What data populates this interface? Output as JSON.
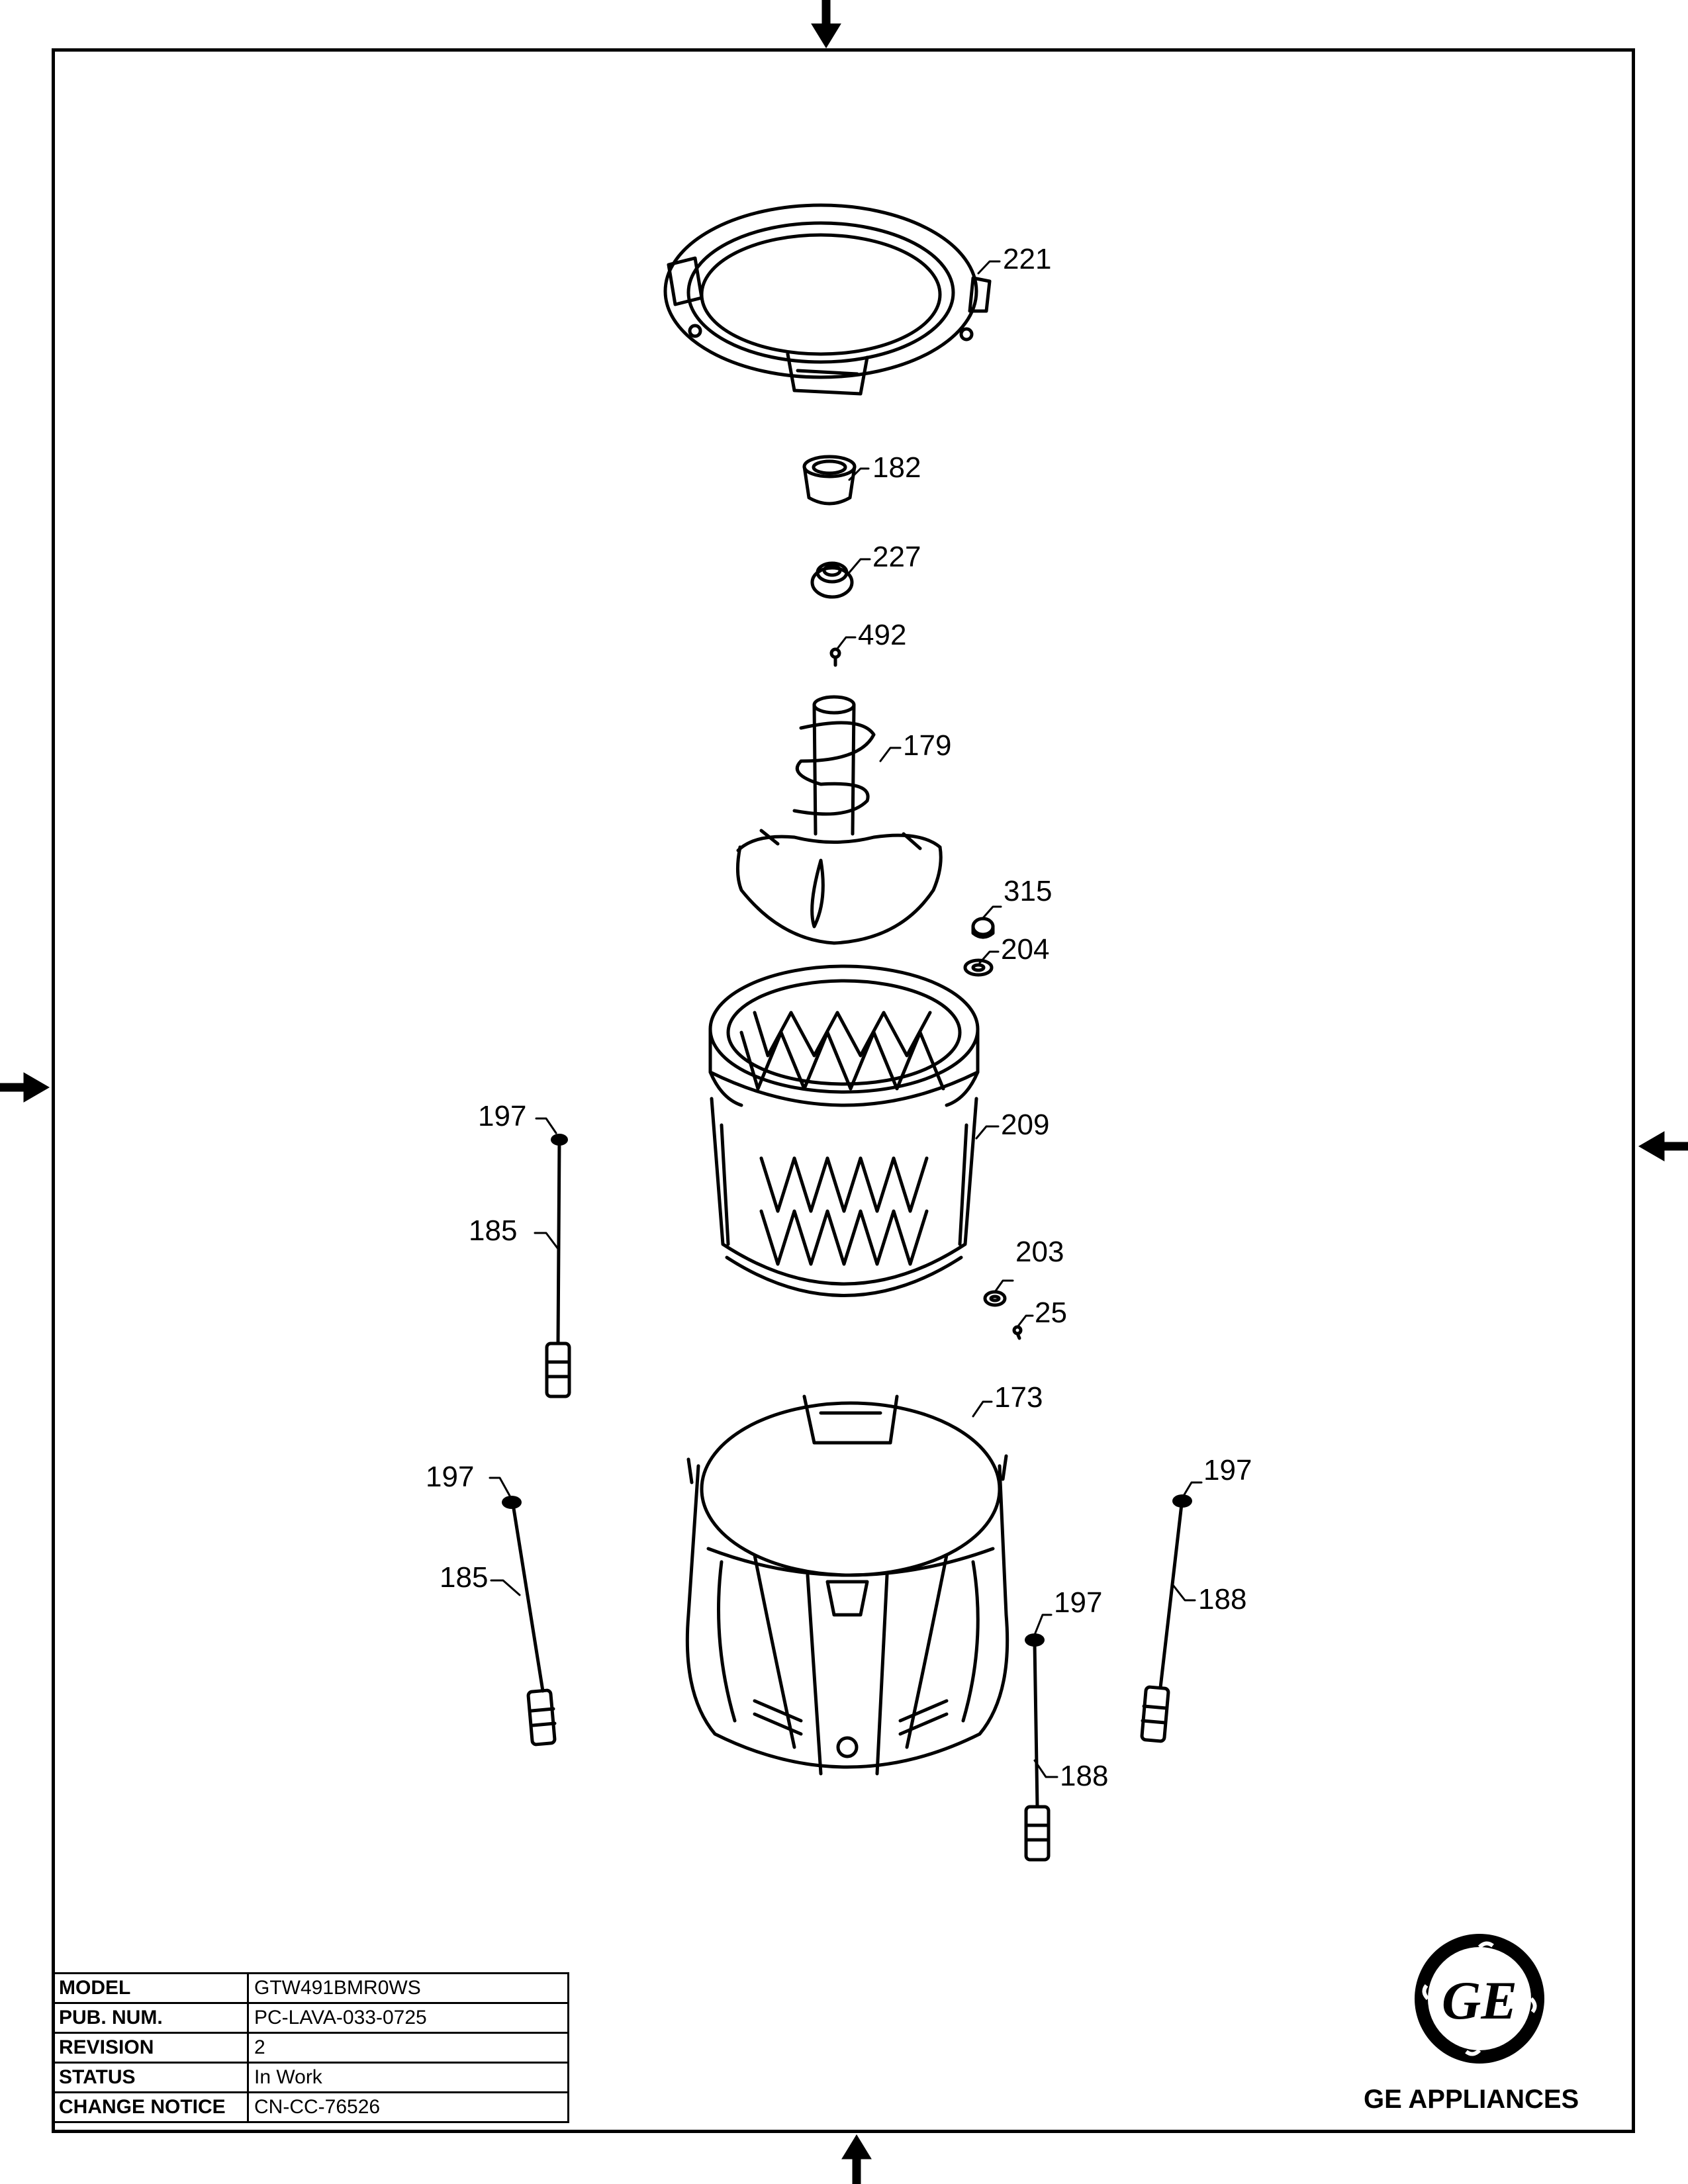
{
  "callouts": [
    {
      "id": "221",
      "label": "221"
    },
    {
      "id": "182",
      "label": "182"
    },
    {
      "id": "227",
      "label": "227"
    },
    {
      "id": "492",
      "label": "492"
    },
    {
      "id": "179",
      "label": "179"
    },
    {
      "id": "315",
      "label": "315"
    },
    {
      "id": "204",
      "label": "204"
    },
    {
      "id": "209",
      "label": "209"
    },
    {
      "id": "197a",
      "label": "197"
    },
    {
      "id": "185a",
      "label": "185"
    },
    {
      "id": "203",
      "label": "203"
    },
    {
      "id": "25",
      "label": "25"
    },
    {
      "id": "173",
      "label": "173"
    },
    {
      "id": "197b",
      "label": "197"
    },
    {
      "id": "197c",
      "label": "197"
    },
    {
      "id": "185b",
      "label": "185"
    },
    {
      "id": "188a",
      "label": "188"
    },
    {
      "id": "197d",
      "label": "197"
    },
    {
      "id": "188b",
      "label": "188"
    }
  ],
  "info_table": [
    {
      "key": "MODEL",
      "value": "GTW491BMR0WS"
    },
    {
      "key": "PUB. NUM.",
      "value": "PC-LAVA-033-0725"
    },
    {
      "key": "REVISION",
      "value": "2"
    },
    {
      "key": "STATUS",
      "value": "In Work"
    },
    {
      "key": "CHANGE NOTICE",
      "value": "CN-CC-76526"
    }
  ],
  "brand": {
    "name": "GE APPLIANCES",
    "logo_text": "GE",
    "logo_icon": "ge-monogram-logo"
  }
}
